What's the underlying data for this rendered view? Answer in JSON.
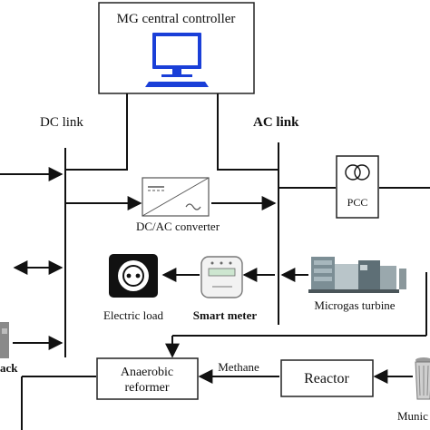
{
  "controller": {
    "title": "MG central controller"
  },
  "links": {
    "dc": "DC link",
    "ac": "AC link"
  },
  "components": {
    "converter": "DC/AC converter",
    "pcc": "PCC",
    "electric_load": "Electric load",
    "smart_meter": "Smart meter",
    "microgas_turbine": "Microgas turbine",
    "anaerobic_reformer_line1": "Anaerobic",
    "anaerobic_reformer_line2": "reformer",
    "reactor": "Reactor",
    "methane": "Methane",
    "municipal_truncated": "Munic",
    "pack_truncated": "ack"
  },
  "colors": {
    "line": "#111111",
    "monitor": "#1a3fd8",
    "box_border": "#222222"
  }
}
